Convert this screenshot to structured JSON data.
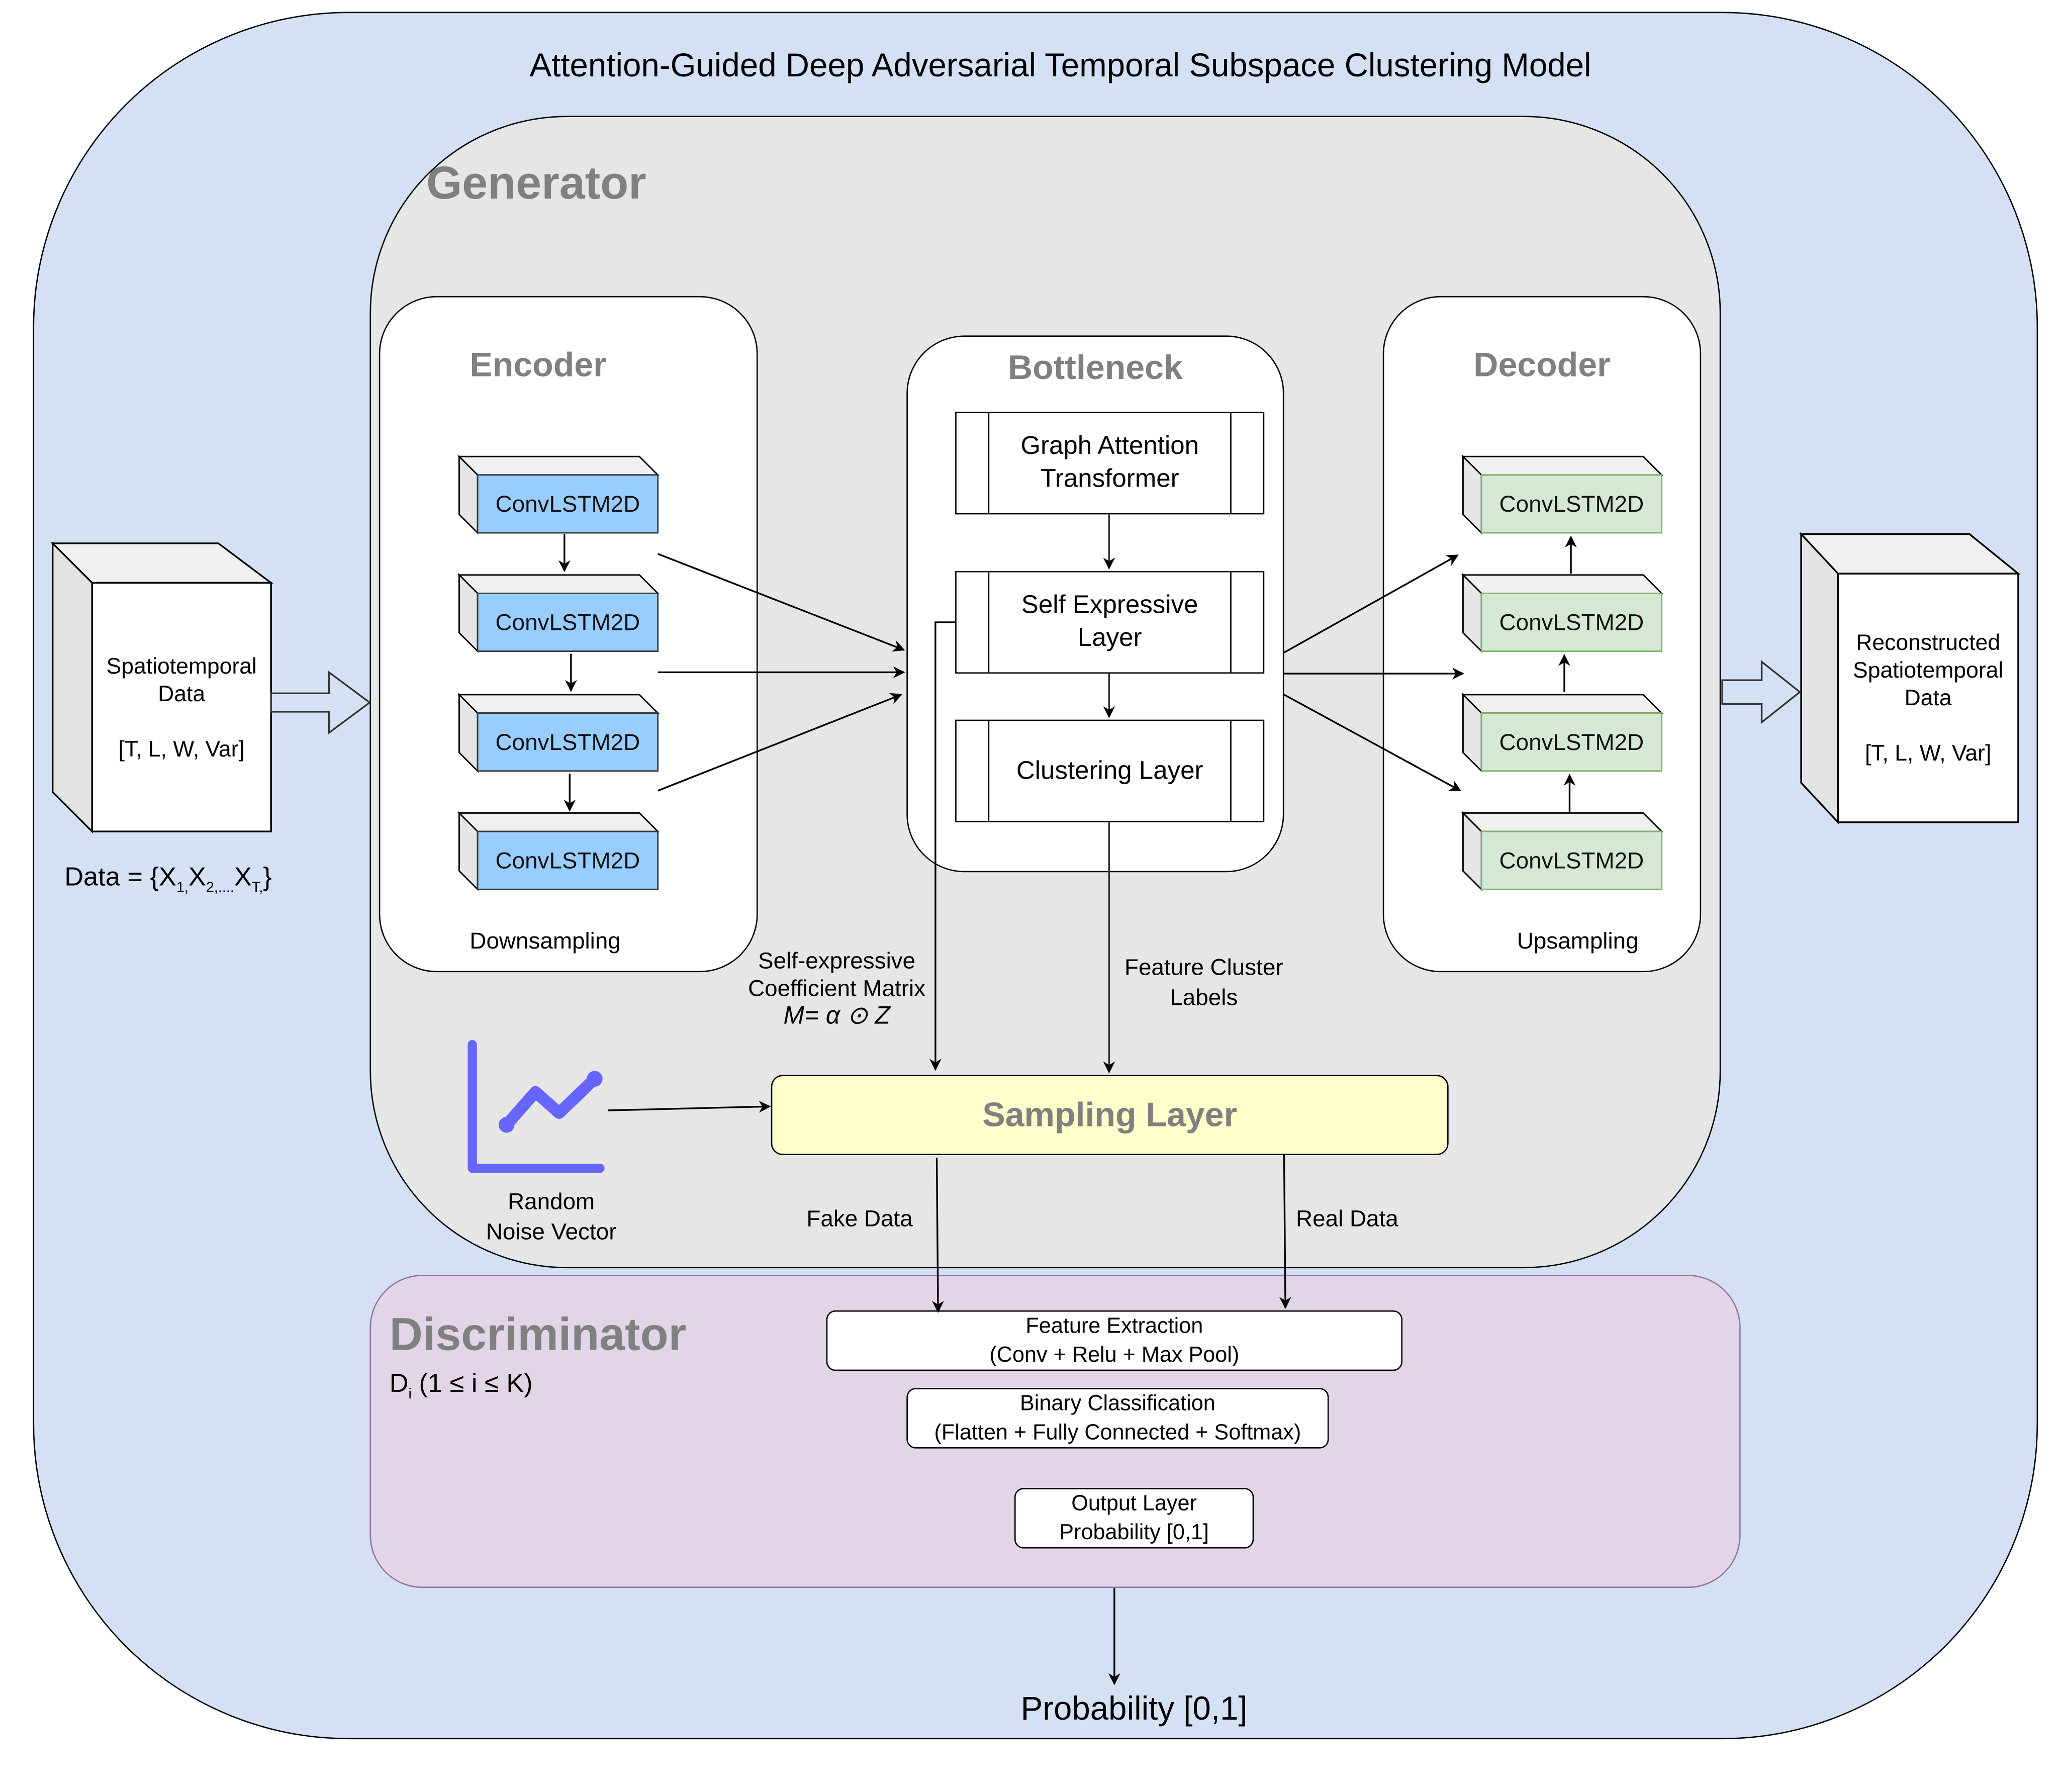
{
  "title": "Attention-Guided Deep Adversarial Temporal Subspace Clustering Model",
  "input": {
    "label_line1": "Spatiotemporal",
    "label_line2": "Data",
    "shape": "[T, L, W, Var]",
    "formula_prefix": "Data = {X",
    "formula_sub1": "1,",
    "formula_x2": "X",
    "formula_sub2": "2,....",
    "formula_xt": "X",
    "formula_subt": "T,",
    "formula_suffix": "}"
  },
  "output": {
    "label_line1": "Reconstructed",
    "label_line2": "Spatiotemporal",
    "label_line3": "Data",
    "shape": "[T, L, W, Var]"
  },
  "generator": {
    "label": "Generator",
    "encoder": {
      "title": "Encoder",
      "layers": [
        "ConvLSTM2D",
        "ConvLSTM2D",
        "ConvLSTM2D",
        "ConvLSTM2D"
      ],
      "caption": "Downsampling",
      "layer_color": "#99ccff"
    },
    "bottleneck": {
      "title": "Bottleneck",
      "blocks": [
        {
          "line1": "Graph Attention",
          "line2": "Transformer"
        },
        {
          "line1": "Self Expressive",
          "line2": "Layer"
        },
        {
          "line1": "Clustering Layer",
          "line2": ""
        }
      ]
    },
    "decoder": {
      "title": "Decoder",
      "layers": [
        "ConvLSTM2D",
        "ConvLSTM2D",
        "ConvLSTM2D",
        "ConvLSTM2D"
      ],
      "caption": "Upsampling",
      "layer_color": "#d5e8d4"
    },
    "coef_label": {
      "line1": "Self-expressive",
      "line2": "Coefficient Matrix",
      "formula": "M= α ⊙ Z"
    },
    "cluster_label": {
      "line1": "Feature Cluster",
      "line2": "Labels"
    },
    "noise": {
      "icon": "line-chart-icon",
      "line1": "Random",
      "line2": "Noise Vector",
      "color": "#6666ff"
    },
    "sampling_layer": "Sampling Layer",
    "fake_label": "Fake Data",
    "real_label": "Real Data"
  },
  "discriminator": {
    "label": "Discriminator",
    "sub_prefix": "D",
    "sub_index": "i",
    "sub_range": " (1 ≤ i ≤ K)",
    "blocks": [
      {
        "line1": "Feature Extraction",
        "line2": "(Conv + Relu + Max Pool)"
      },
      {
        "line1": "Binary Classification",
        "line2": "(Flatten + Fully Connected + Softmax)"
      },
      {
        "line1": "Output Layer",
        "line2": "Probability [0,1]"
      }
    ]
  },
  "final_output": "Probability [0,1]",
  "colors": {
    "outer_bg": "#d4e1f4",
    "generator_bg": "#e6e6e6",
    "discriminator_bg": "#e1d5e7",
    "discriminator_border": "#9673a6",
    "sampling_bg": "#ffffcc"
  }
}
